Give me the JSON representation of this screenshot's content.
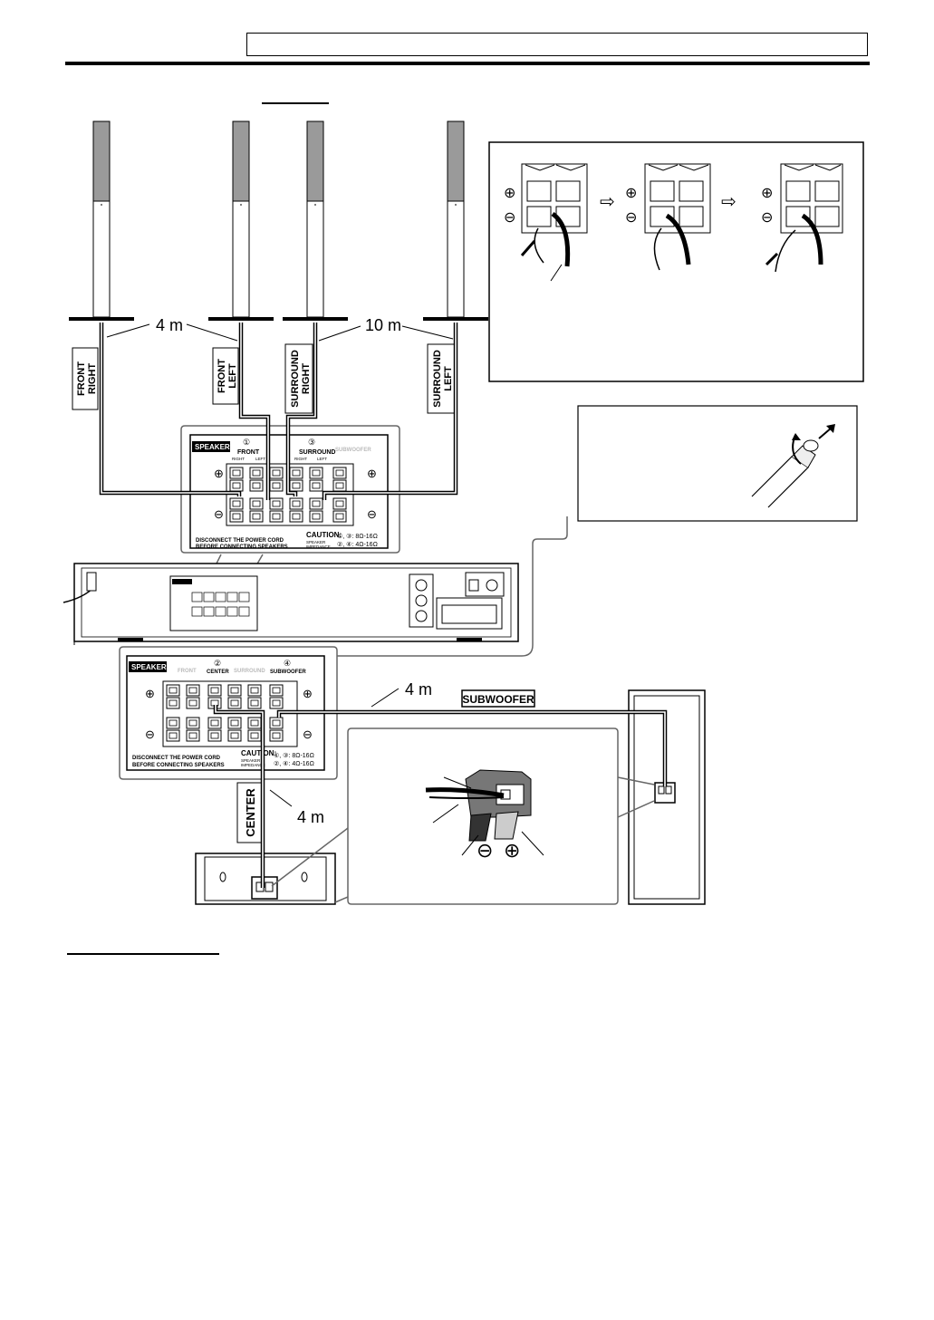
{
  "header": {
    "title": ""
  },
  "speakers": {
    "front_right": [
      "FRONT",
      "RIGHT"
    ],
    "front_left": [
      "FRONT",
      "LEFT"
    ],
    "surround_right": [
      "SURROUND",
      "RIGHT"
    ],
    "surround_left": [
      "SURROUND",
      "LEFT"
    ],
    "center": "CENTER",
    "subwoofer": "SUBWOOFER"
  },
  "distances": {
    "front": "4 m",
    "surround": "10 m",
    "subwoofer": "4 m",
    "center": "4 m"
  },
  "panel_top": {
    "title": "SPEAKERS",
    "front_num": "①",
    "front": "FRONT",
    "surround_num": "③",
    "surround": "SURROUND",
    "subwoofer_faded": "SUBWOOFER",
    "right": "RIGHT",
    "left": "LEFT",
    "warning1": "DISCONNECT THE POWER CORD",
    "warning2": "BEFORE CONNECTING SPEAKERS",
    "caution": "CAUTION:",
    "speaker_imp1": "SPEAKER",
    "speaker_imp2": "IMPEDANCE",
    "imp1": "①, ③: 8Ω-16Ω",
    "imp2": "②, ④: 4Ω-16Ω"
  },
  "panel_bottom": {
    "title": "SPEAKERS",
    "front_faded": "FRONT",
    "center_num": "②",
    "center": "CENTER",
    "surround_faded": "SURROUND",
    "sub_num": "④",
    "subwoofer": "SUBWOOFER",
    "warning1": "DISCONNECT THE POWER CORD",
    "warning2": "BEFORE CONNECTING SPEAKERS",
    "caution": "CAUTION:",
    "speaker_imp1": "SPEAKER",
    "speaker_imp2": "IMPEDANCE",
    "imp1": "①, ③: 8Ω-16Ω",
    "imp2": "②, ④: 4Ω-16Ω"
  },
  "symbols": {
    "plus": "⊕",
    "minus": "⊖",
    "arrow": "⇨"
  },
  "colors": {
    "line": "#000000",
    "speaker_top": "#9a9a9a",
    "panel_bg": "#ffffff"
  }
}
